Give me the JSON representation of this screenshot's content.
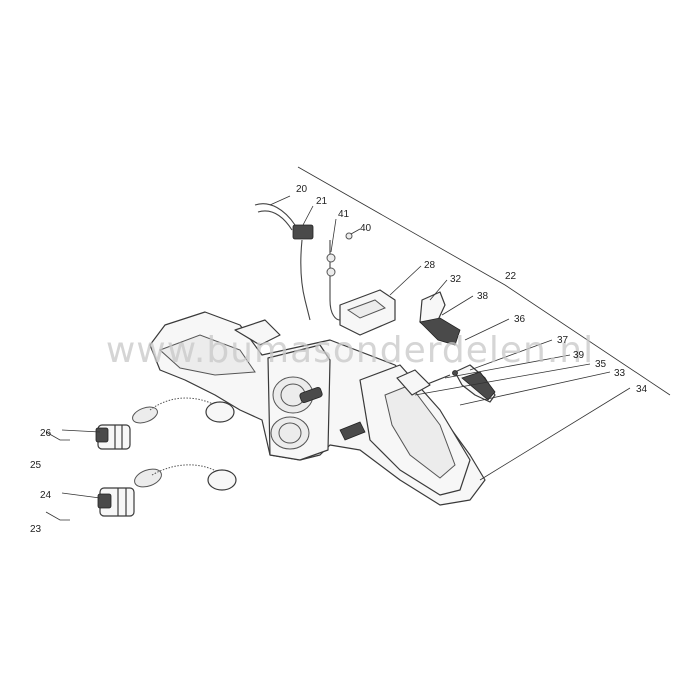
{
  "watermark": "www.bumasonderdelen.nl",
  "labels": {
    "p20": "20",
    "p21": "21",
    "p22": "22",
    "p23": "23",
    "p24": "24",
    "p25": "25",
    "p26": "26",
    "p28": "28",
    "p32": "32",
    "p33": "33",
    "p34": "34",
    "p35": "35",
    "p36": "36",
    "p37": "37",
    "p38": "38",
    "p39": "39",
    "p40": "40",
    "p41": "41"
  }
}
